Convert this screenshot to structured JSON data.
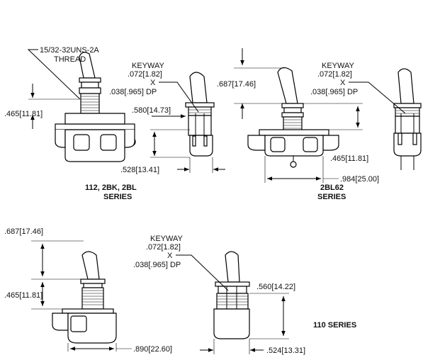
{
  "labels": {
    "thread": "15/32-32UNS-2A",
    "thread2": "THREAD",
    "keyway1": "KEYWAY",
    "keyway1_a": ".072[1.82]",
    "keyway1_x": "X",
    "keyway1_b": ".038[.965] DP",
    "dim_465_a": ".465[11.81]",
    "dim_580": ".580[14.73]",
    "dim_528": ".528[13.41]",
    "series_112": "112,  2BK, 2BL",
    "series_112b": "SERIES",
    "dim_687_a": ".687[17.46]",
    "keyway2": "KEYWAY",
    "keyway2_a": ".072[1.82]",
    "keyway2_x": "X",
    "keyway2_b": ".038[.965] DP",
    "dim_465_b": ".465[11.81]",
    "dim_984": ".984[25.00]",
    "series_2bl62": "2BL62",
    "series_2bl62b": "SERIES",
    "dim_687_b": ".687[17.46]",
    "dim_465_c": ".465[11.81]",
    "dim_890": ".890[22.60]",
    "keyway3": "KEYWAY",
    "keyway3_a": ".072[1.82]",
    "keyway3_x": "X",
    "keyway3_b": ".038[.965] DP",
    "dim_560": ".560[14.22]",
    "dim_524": ".524[13.31]",
    "series_110": "110 SERIES"
  }
}
